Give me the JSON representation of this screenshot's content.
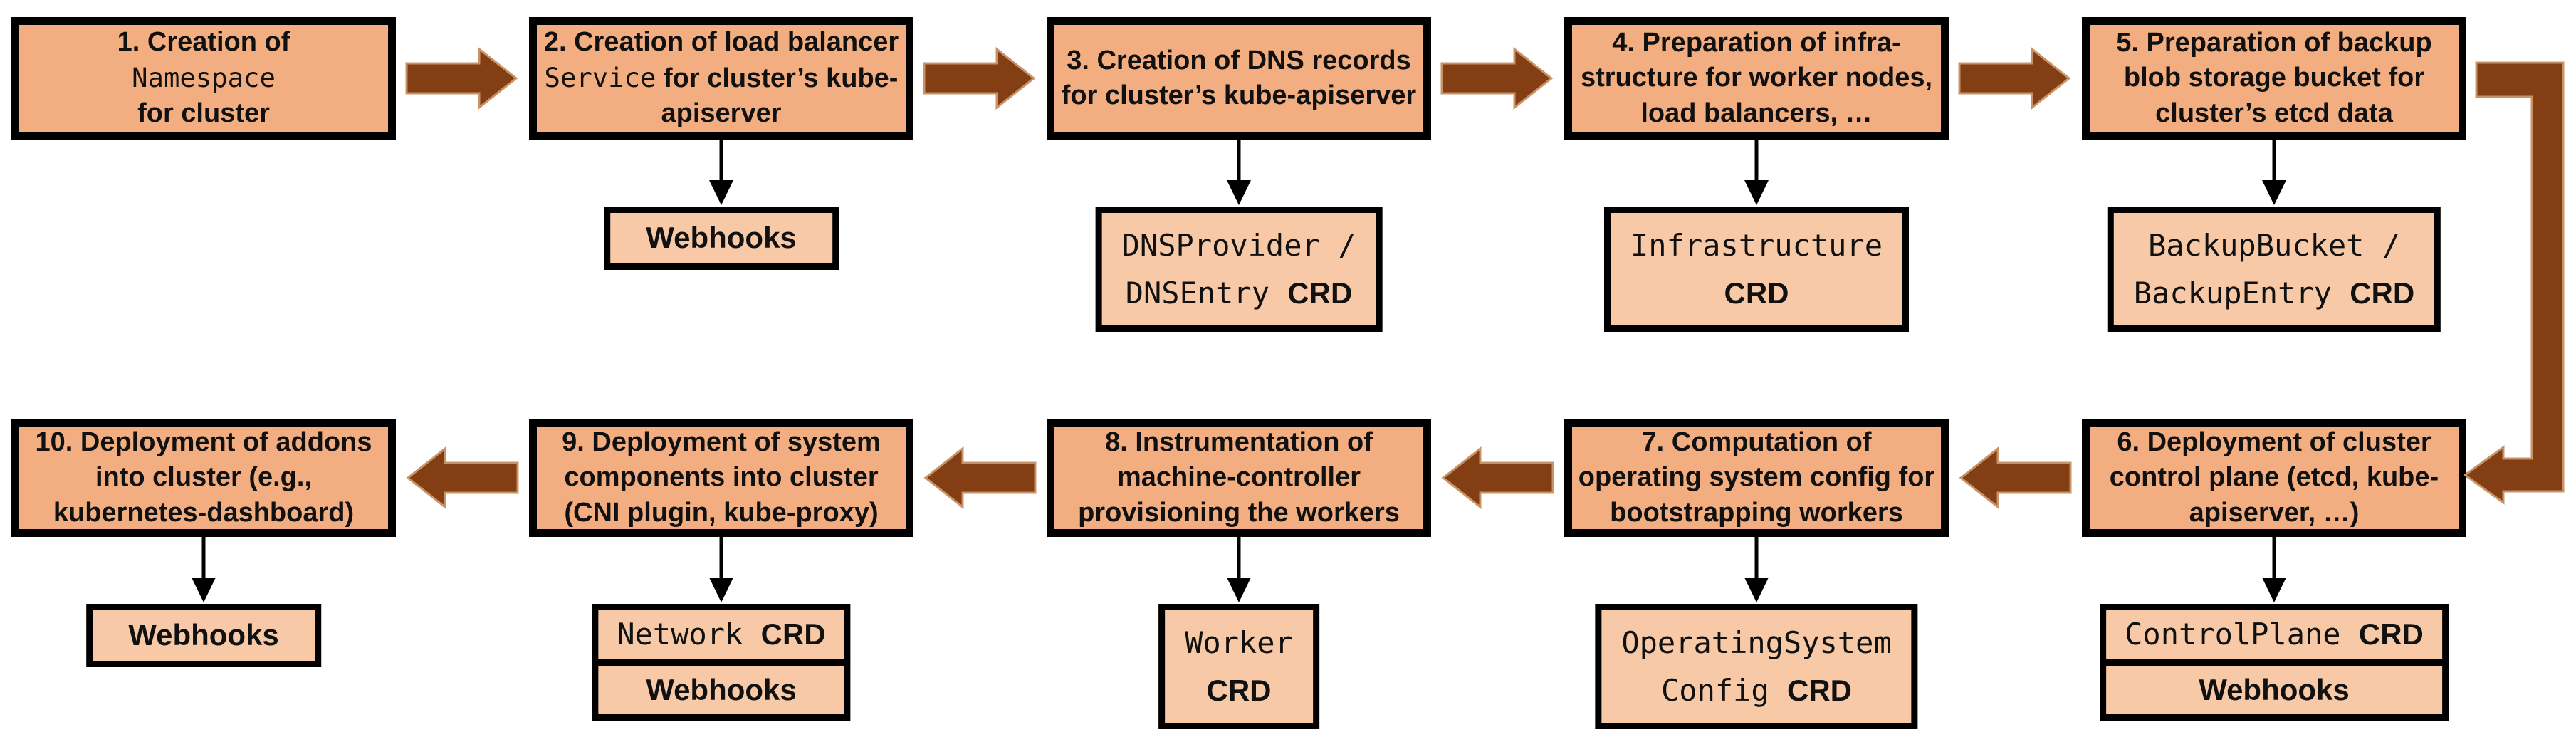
{
  "colors": {
    "step_box_fill": "#F2AE80",
    "resource_box_fill": "#F7C9A7",
    "flow_arrow_fill": "#843E14",
    "flow_arrow_outline": "#C99368",
    "border": "#000000"
  },
  "connectors": {
    "row1_flow": "left-to-right",
    "row2_flow": "right-to-left",
    "row_link": "elbow arrow from step 5 down into step 6"
  },
  "steps": [
    {
      "label": "step-1",
      "title_parts": [
        {
          "text": "1. Creation of"
        },
        {
          "br": true
        },
        {
          "text": "Namespace",
          "mono": true
        },
        {
          "br": true
        },
        {
          "text": "for cluster"
        }
      ],
      "sub_boxes": []
    },
    {
      "label": "step-2",
      "title_parts": [
        {
          "text": "2. Creation of load balancer "
        },
        {
          "text": "Service",
          "mono": true
        },
        {
          "text": " for cluster’s kube-apiserver"
        }
      ],
      "sub_boxes": [
        {
          "style": "webhooks",
          "cells": [
            [
              {
                "text": "Webhooks",
                "bold": true
              }
            ]
          ]
        }
      ]
    },
    {
      "label": "step-3",
      "title_parts": [
        {
          "text": "3. Creation of DNS records for cluster’s kube-apiserver"
        }
      ],
      "sub_boxes": [
        {
          "style": "crd",
          "cells": [
            [
              {
                "text": "DNSProvider /",
                "mono": true
              },
              {
                "br": true
              },
              {
                "text": "DNSEntry ",
                "mono": true
              },
              {
                "text": "CRD",
                "bold": true
              }
            ]
          ]
        }
      ]
    },
    {
      "label": "step-4",
      "title_parts": [
        {
          "text": "4. Preparation of infra-structure for worker nodes, load balancers, …"
        }
      ],
      "sub_boxes": [
        {
          "style": "crd",
          "cells": [
            [
              {
                "text": "Infrastructure",
                "mono": true
              },
              {
                "br": true
              },
              {
                "text": "CRD",
                "bold": true
              }
            ]
          ]
        }
      ]
    },
    {
      "label": "step-5",
      "title_parts": [
        {
          "text": "5. Preparation of backup blob storage bucket for cluster’s etcd data"
        }
      ],
      "sub_boxes": [
        {
          "style": "crd",
          "cells": [
            [
              {
                "text": "BackupBucket /",
                "mono": true
              },
              {
                "br": true
              },
              {
                "text": "BackupEntry ",
                "mono": true
              },
              {
                "text": "CRD",
                "bold": true
              }
            ]
          ]
        }
      ]
    },
    {
      "label": "step-6",
      "title_parts": [
        {
          "text": "6. Deployment of cluster control plane (etcd, kube-apiserver, …)"
        }
      ],
      "sub_boxes": [
        {
          "style": "stack",
          "cells": [
            [
              {
                "text": "ControlPlane ",
                "mono": true
              },
              {
                "text": "CRD",
                "bold": true
              }
            ],
            [
              {
                "text": "Webhooks",
                "bold": true
              }
            ]
          ]
        }
      ]
    },
    {
      "label": "step-7",
      "title_parts": [
        {
          "text": "7. Computation of operating system config for bootstrapping workers"
        }
      ],
      "sub_boxes": [
        {
          "style": "crd",
          "cells": [
            [
              {
                "text": "OperatingSystem",
                "mono": true
              },
              {
                "br": true
              },
              {
                "text": "Config ",
                "mono": true
              },
              {
                "text": "CRD",
                "bold": true
              }
            ]
          ]
        }
      ]
    },
    {
      "label": "step-8",
      "title_parts": [
        {
          "text": "8. Instrumentation of machine-controller provisioning the workers"
        }
      ],
      "sub_boxes": [
        {
          "style": "crd",
          "cells": [
            [
              {
                "text": "Worker",
                "mono": true
              },
              {
                "br": true
              },
              {
                "text": "CRD",
                "bold": true
              }
            ]
          ]
        }
      ]
    },
    {
      "label": "step-9",
      "title_parts": [
        {
          "text": "9. Deployment of system components into cluster (CNI plugin, kube-proxy)"
        }
      ],
      "sub_boxes": [
        {
          "style": "stack",
          "cells": [
            [
              {
                "text": "Network ",
                "mono": true
              },
              {
                "text": "CRD",
                "bold": true
              }
            ],
            [
              {
                "text": "Webhooks",
                "bold": true
              }
            ]
          ]
        }
      ]
    },
    {
      "label": "step-10",
      "title_parts": [
        {
          "text": "10. Deployment of addons into cluster (e.g., kubernetes-dashboard)"
        }
      ],
      "sub_boxes": [
        {
          "style": "webhooks",
          "cells": [
            [
              {
                "text": "Webhooks",
                "bold": true
              }
            ]
          ]
        }
      ]
    }
  ]
}
